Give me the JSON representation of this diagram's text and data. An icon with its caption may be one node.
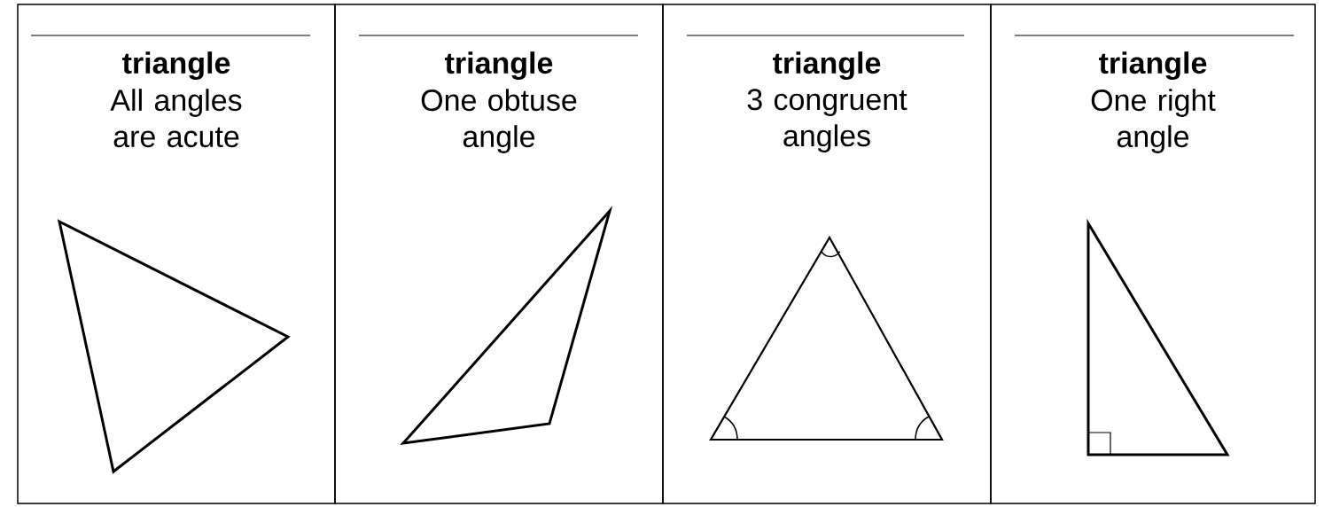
{
  "diagram": {
    "nodes": [
      {
        "text": [
          "triangle",
          "All angles are acute"
        ]
      },
      {
        "text": [
          "triangle",
          "One obtuse angle"
        ]
      },
      {
        "text": [
          "triangle",
          "3 congruent angles"
        ]
      },
      {
        "text": [
          "triangle",
          "One right angle"
        ]
      }
    ]
  }
}
